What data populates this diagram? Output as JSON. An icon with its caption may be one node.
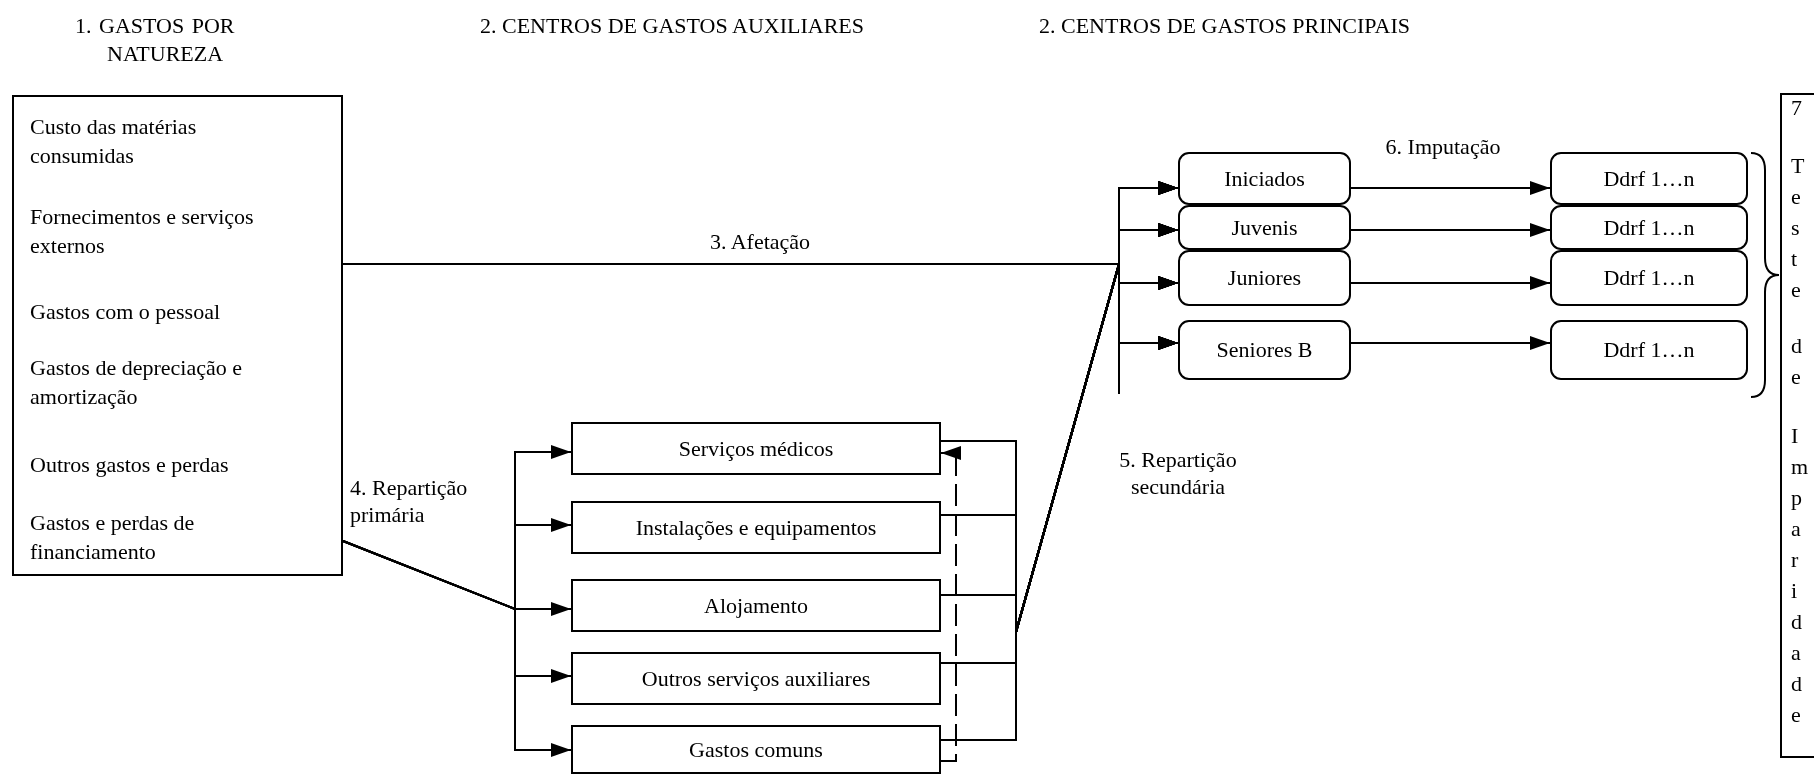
{
  "diagram": {
    "nodes": [
      {
        "text": [
          "Custo das matérias consumidas",
          "Fornecimentos e serviços externos",
          "Gastos com o pessoal",
          "Gastos de depreciação e amortização",
          "Outros gastos e perdas",
          "Gastos e perdas de financiamento"
        ]
      },
      {
        "text": [
          "Iniciados"
        ]
      },
      {
        "text": [
          "Juvenis"
        ]
      },
      {
        "text": [
          "Juniores"
        ]
      },
      {
        "text": [
          "Seniores B"
        ]
      },
      {
        "text": [
          "Ddrf 1…n"
        ]
      },
      {
        "text": [
          "Ddrf 1…n"
        ]
      },
      {
        "text": [
          "Ddrf 1…n"
        ]
      },
      {
        "text": [
          "Ddrf 1…n"
        ]
      },
      {
        "text": [
          "Serviços médicos"
        ]
      },
      {
        "text": [
          "Instalações e equipamentos"
        ]
      },
      {
        "text": [
          "Alojamento"
        ]
      },
      {
        "text": [
          "Outros serviços auxiliares"
        ]
      },
      {
        "text": [
          "Gastos comuns"
        ]
      },
      {
        "text": [
          "7",
          "Teste",
          "de",
          "Imparidade"
        ]
      }
    ],
    "edges": [
      {
        "from": 0,
        "to": 1,
        "arrow": "to",
        "label": "3. Afetação"
      },
      {
        "from": 0,
        "to": 2,
        "arrow": "to"
      },
      {
        "from": 0,
        "to": 3,
        "arrow": "to"
      },
      {
        "from": 0,
        "to": 4,
        "arrow": "to"
      },
      {
        "from": 1,
        "to": 5,
        "arrow": "to",
        "label": "6. Imputação"
      },
      {
        "from": 2,
        "to": 6,
        "arrow": "to"
      },
      {
        "from": 3,
        "to": 7,
        "arrow": "to"
      },
      {
        "from": 4,
        "to": 8,
        "arrow": "to"
      },
      {
        "from": 0,
        "to": 9,
        "arrow": "to",
        "label": "4. Repartição primária"
      },
      {
        "from": 0,
        "to": 10,
        "arrow": "to"
      },
      {
        "from": 0,
        "to": 11,
        "arrow": "to"
      },
      {
        "from": 0,
        "to": 12,
        "arrow": "to"
      },
      {
        "from": 0,
        "to": 13,
        "arrow": "to"
      },
      {
        "from": 9,
        "to": 1,
        "arrow": "to",
        "label": "5. Repartição secundária"
      },
      {
        "from": 9,
        "to": 2,
        "arrow": "to"
      },
      {
        "from": 9,
        "to": 3,
        "arrow": "to"
      },
      {
        "from": 9,
        "to": 4,
        "arrow": "to"
      },
      {
        "from": 10,
        "to": 1,
        "arrow": "to"
      },
      {
        "from": 10,
        "to": 2,
        "arrow": "to"
      },
      {
        "from": 10,
        "to": 3,
        "arrow": "to"
      },
      {
        "from": 10,
        "to": 4,
        "arrow": "to"
      },
      {
        "from": 11,
        "to": 1,
        "arrow": "to"
      },
      {
        "from": 11,
        "to": 2,
        "arrow": "to"
      },
      {
        "from": 11,
        "to": 3,
        "arrow": "to"
      },
      {
        "from": 11,
        "to": 4,
        "arrow": "to"
      },
      {
        "from": 12,
        "to": 1,
        "arrow": "to"
      },
      {
        "from": 12,
        "to": 2,
        "arrow": "to"
      },
      {
        "from": 12,
        "to": 3,
        "arrow": "to"
      },
      {
        "from": 12,
        "to": 4,
        "arrow": "to"
      },
      {
        "from": 13,
        "to": 1,
        "arrow": "to"
      },
      {
        "from": 13,
        "to": 2,
        "arrow": "to"
      },
      {
        "from": 13,
        "to": 3,
        "arrow": "to"
      },
      {
        "from": 13,
        "to": 4,
        "arrow": "to"
      },
      {
        "from": 13,
        "to": 9,
        "arrow": "to",
        "style": "dashed"
      }
    ],
    "labels": [
      "1. GASTOS POR NATUREZA",
      "2. CENTROS DE GASTOS AUXILIARES",
      "2. CENTROS DE GASTOS PRINCIPAIS"
    ]
  }
}
